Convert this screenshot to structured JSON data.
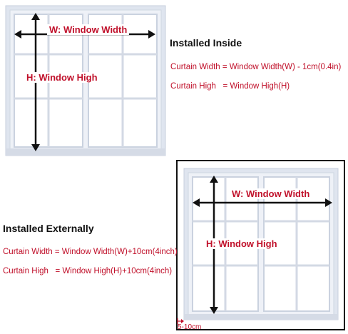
{
  "inside": {
    "title": "Installed Inside",
    "formula_width": "Curtain Width = Window Width(W) - 1cm(0.4in)",
    "formula_high": "Curtain High   = Window High(H)",
    "label_width": "W: Window Width",
    "label_high": "H: Window High"
  },
  "external": {
    "title": "Installed Externally",
    "formula_width": "Curtain Width = Window Width(W)+10cm(4inch)",
    "formula_high": "Curtain High   = Window High(H)+10cm(4inch)",
    "label_width": "W: Window Width",
    "label_high": "H: Window High",
    "margin_note": "5-10cm"
  },
  "colors": {
    "label_red": "#c0102a",
    "arrow": "#111111",
    "frame_outer": "#e1e6f0",
    "frame_inner": "#f4f6fa",
    "glass": "#ffffff",
    "border_box": "#111111"
  }
}
